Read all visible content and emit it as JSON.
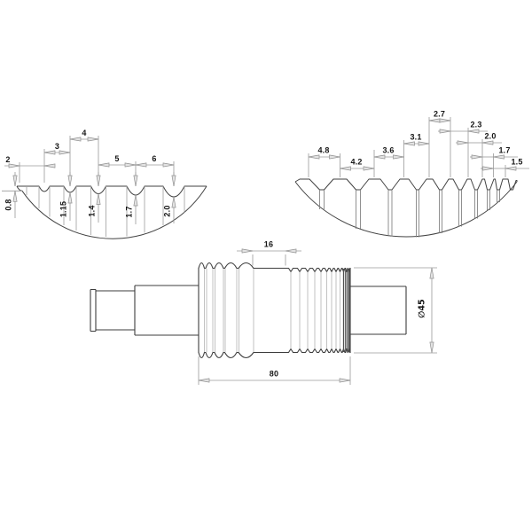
{
  "colors": {
    "background": "#ffffff",
    "object_line": "#424242",
    "dimension_line": "#9a9a9a",
    "section_line": "#b3b3b3",
    "text": "#161616",
    "arrow_fill": "#e3e3e3"
  },
  "left_detail": {
    "description": "groove-profile-detail-left",
    "pitch_dims": [
      "2",
      "3",
      "4",
      "5",
      "6"
    ],
    "depth_dims": [
      "0.8",
      "1.15",
      "1.4",
      "1.7",
      "2.0"
    ]
  },
  "right_detail": {
    "description": "tooth-profile-detail-right",
    "pitch_dims": [
      "4.8",
      "4.2",
      "3.6",
      "3.1",
      "2.7",
      "2.3",
      "2.0",
      "1.7",
      "1.5"
    ]
  },
  "shaft": {
    "description": "shaft-side-view",
    "center_section_width": "16",
    "body_length": "80",
    "diameter": "∅45"
  }
}
